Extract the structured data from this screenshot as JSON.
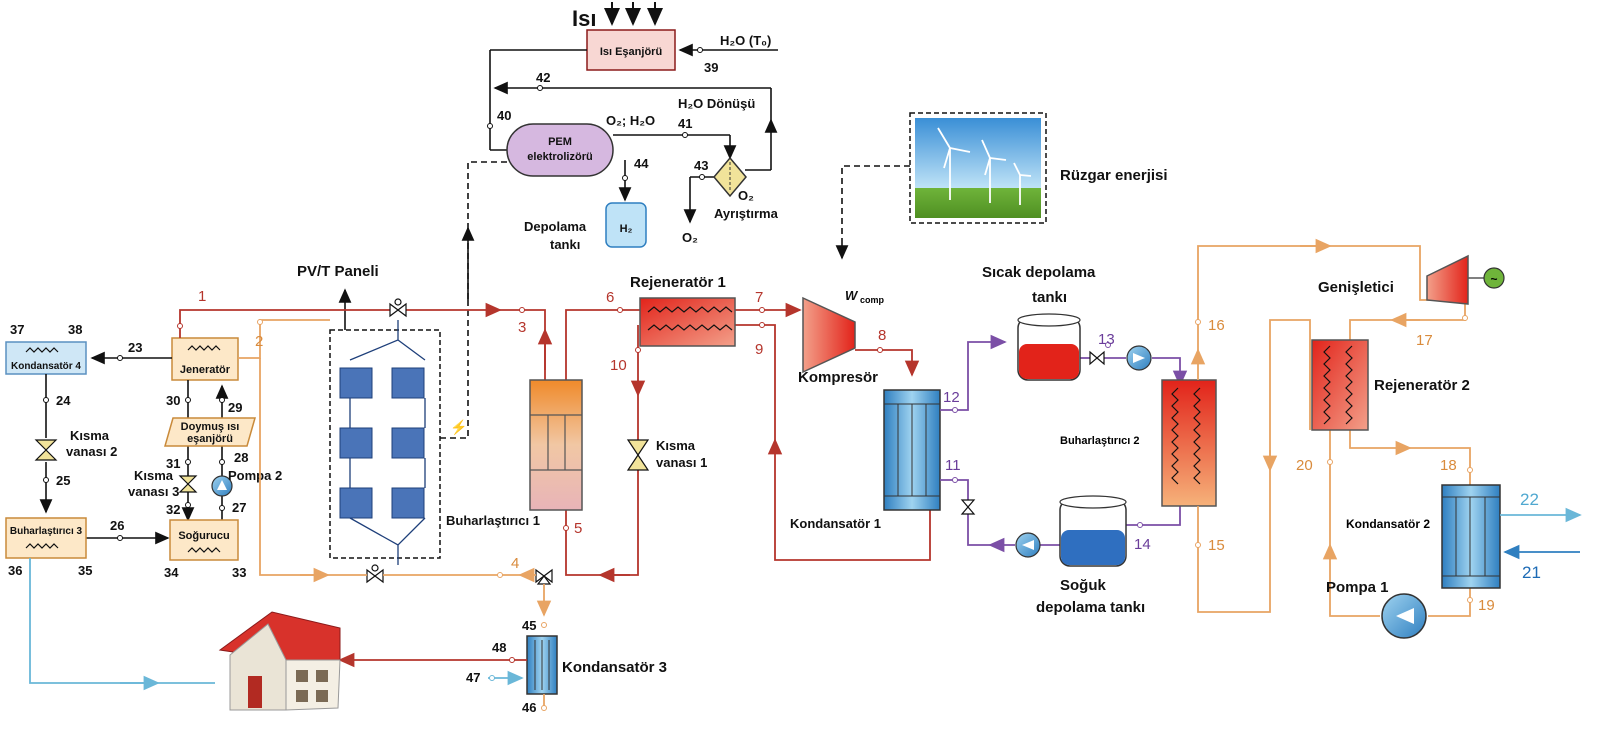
{
  "heat": {
    "title": "Isı",
    "exchanger": "Isı Eşanjörü",
    "water_in": "H₂O (T₀)"
  },
  "electrolyzer": {
    "line1": "PEM",
    "line2": "elektrolizörü",
    "o2h2o": "O₂; H₂O",
    "h2o_return": "H₂O Dönüşü",
    "o2_top": "O₂",
    "o2_bottom": "O₂",
    "separation": "Ayrıştırma",
    "h2": "H₂",
    "tank_line1": "Depolama",
    "tank_line2": "tankı"
  },
  "wind": {
    "label": "Rüzgar enerjisi"
  },
  "pvt": {
    "label": "PV/T Paneli"
  },
  "components": {
    "generator": "Jeneratör",
    "condenser4": "Kondansatör 4",
    "throttle2_l1": "Kısma",
    "throttle2_l2": "vanası 2",
    "evaporator3": "Buharlaştırıcı 3",
    "absorber": "Soğurucu",
    "shx_l1": "Doymuş ısı",
    "shx_l2": "eşanjörü",
    "throttle3_l1": "Kısma",
    "throttle3_l2": "vanası 3",
    "pump2": "Pompa 2",
    "evaporator1": "Buharlaştırıcı 1",
    "regen1": "Rejeneratör 1",
    "throttle1_l1": "Kısma",
    "throttle1_l2": "vanası 1",
    "wcomp_w": "W",
    "wcomp_sub": "comp",
    "compressor": "Kompresör",
    "condenser1": "Kondansatör 1",
    "hot_tank_l1": "Sıcak depolama",
    "hot_tank_l2": "tankı",
    "cold_tank_l1": "Soğuk",
    "cold_tank_l2": "depolama tankı",
    "evaporator2": "Buharlaştırıcı 2",
    "expander": "Genişletici",
    "regen2": "Rejeneratör 2",
    "condenser2": "Kondansatör 2",
    "pump1": "Pompa 1",
    "condenser3": "Kondansatör 3"
  },
  "states": {
    "s1": "1",
    "s2": "2",
    "s3": "3",
    "s4": "4",
    "s5": "5",
    "s6": "6",
    "s7": "7",
    "s8": "8",
    "s9": "9",
    "s10": "10",
    "s11": "11",
    "s12": "12",
    "s13": "13",
    "s14": "14",
    "s15": "15",
    "s16": "16",
    "s17": "17",
    "s18": "18",
    "s19": "19",
    "s20": "20",
    "s21": "21",
    "s22": "22",
    "s23": "23",
    "s24": "24",
    "s25": "25",
    "s26": "26",
    "s27": "27",
    "s28": "28",
    "s29": "29",
    "s30": "30",
    "s31": "31",
    "s32": "32",
    "s33": "33",
    "s34": "34",
    "s35": "35",
    "s36": "36",
    "s37": "37",
    "s38": "38",
    "s39": "39",
    "s40": "40",
    "s41": "41",
    "s42": "42",
    "s43": "43",
    "s44": "44",
    "s45": "45",
    "s46": "46",
    "s47": "47",
    "s48": "48"
  },
  "colors": {
    "red": "#b5352c",
    "orange": "#e8a463",
    "purple": "#7b4fa6",
    "blue": "#3a8cc7",
    "light_blue": "#6ab7d8"
  }
}
